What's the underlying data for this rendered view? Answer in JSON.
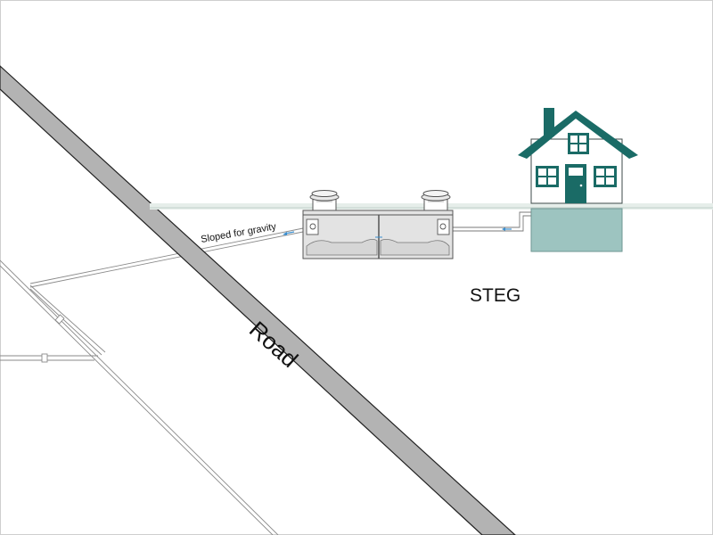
{
  "labels": {
    "road": "Road",
    "steg": "STEG",
    "slope": "Sloped for gravity"
  },
  "colors": {
    "house": "#1a6b66",
    "basement": "#9dc4c0",
    "road": "#b3b3b3",
    "tank": "#e3e3e3",
    "pipe": "#3a8fd0"
  }
}
